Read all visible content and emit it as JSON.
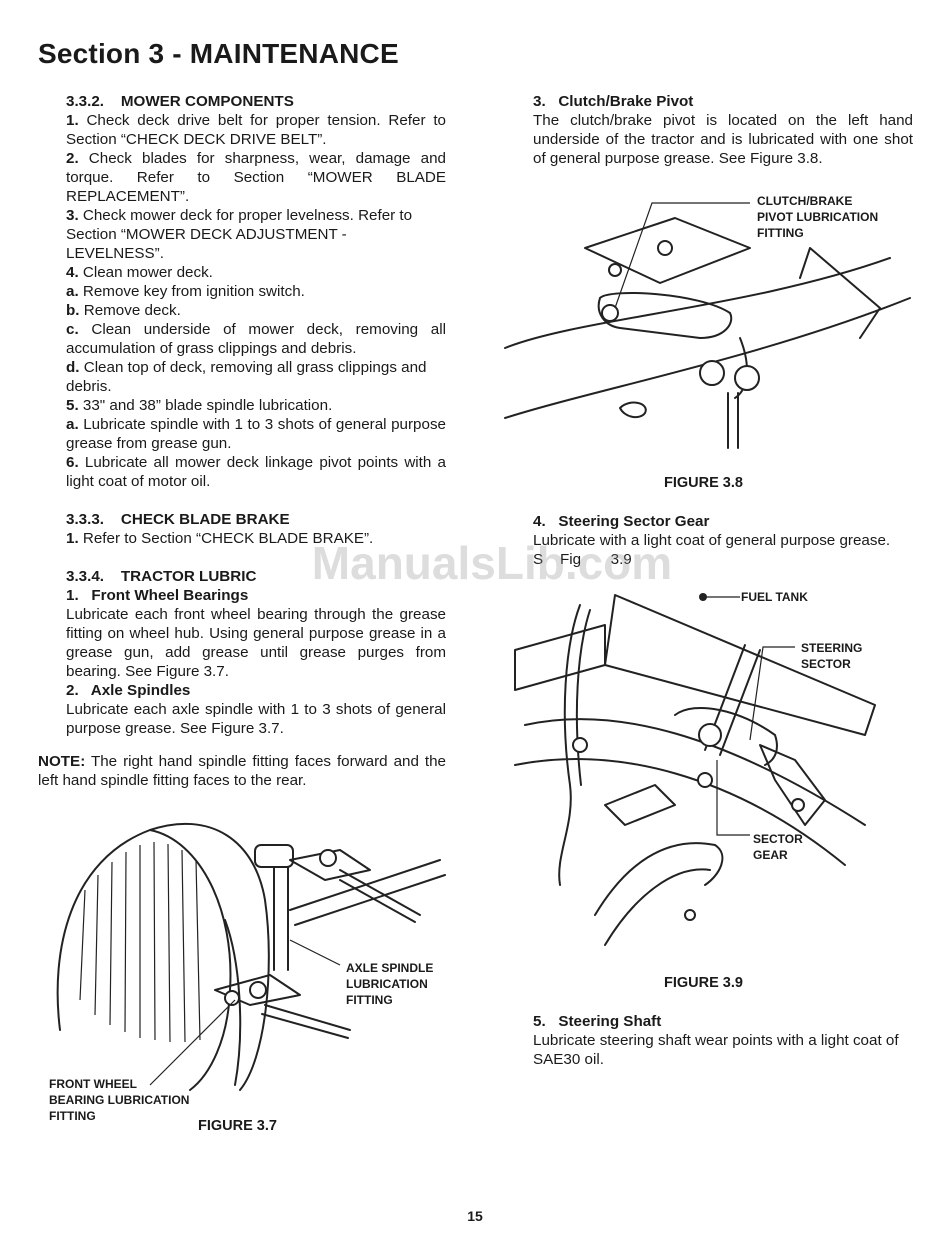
{
  "page": {
    "title": "Section 3 - MAINTENANCE",
    "page_number": "15",
    "watermark": "ManualsLib.com"
  },
  "left_column": {
    "s332": {
      "heading": "3.3.2.    MOWER COMPONENTS",
      "items": [
        {
          "marker": "1.",
          "text": " Check deck drive belt for proper tension. Refer to Section “CHECK DECK DRIVE BELT”."
        },
        {
          "marker": "2.",
          "text": " Check blades for sharpness, wear, damage and torque. Refer to Section “MOWER BLADE REPLACEMENT”."
        },
        {
          "marker": "3.",
          "text": " Check mower deck for proper levelness. Refer to Section “MOWER DECK ADJUSTMENT - LEVELNESS”."
        },
        {
          "marker": "4.",
          "text": " Clean mower deck."
        },
        {
          "marker": "a.",
          "text": " Remove key from ignition switch."
        },
        {
          "marker": "b.",
          "text": " Remove deck."
        },
        {
          "marker": "c.",
          "text": " Clean underside of mower deck, removing all accumulation of grass clippings and debris."
        },
        {
          "marker": "d.",
          "text": " Clean top of deck, removing all grass clippings and debris."
        },
        {
          "marker": "5.",
          "text": " 33\" and 38” blade spindle lubrication."
        },
        {
          "marker": "a.",
          "text": " Lubricate spindle with 1 to 3 shots of general purpose grease from grease gun."
        },
        {
          "marker": "6.",
          "text": " Lubricate all mower deck linkage pivot points with a light coat of motor oil."
        }
      ]
    },
    "s333": {
      "heading": "3.3.3.    CHECK BLADE BRAKE",
      "items": [
        {
          "marker": "1.",
          "text": " Refer to Section “CHECK BLADE BRAKE”."
        }
      ]
    },
    "s334": {
      "heading": "3.3.4.    TRACTOR LUBRIC",
      "sub1_heading": "1.   Front Wheel Bearings",
      "sub1_text": "Lubricate each front wheel bearing through the grease fitting on wheel hub. Using general purpose grease in a grease gun, add grease until grease purges from bearing. See Figure 3.7.",
      "sub2_heading": "2.   Axle Spindles",
      "sub2_text": "Lubricate each axle spindle with 1 to 3 shots of general purpose grease.  See Figure 3.7."
    },
    "note": {
      "label": "NOTE:",
      "text": " The right hand spindle fitting faces forward and the left hand spindle fitting faces to the rear."
    }
  },
  "right_column": {
    "s3": {
      "heading": "3.   Clutch/Brake Pivot",
      "text": "The clutch/brake pivot is located on the left hand underside of the tractor and is lubricated with one shot of general purpose grease. See Figure 3.8."
    },
    "s4": {
      "heading": "4.   Steering Sector Gear",
      "text": "Lubricate with a light coat of general purpose grease.",
      "text2": "S    Fig       3.9"
    },
    "s5": {
      "heading": "5.   Steering Shaft",
      "text": "Lubricate steering shaft wear points with a light coat of SAE30 oil."
    }
  },
  "figures": {
    "fig37": {
      "caption": "FIGURE 3.7",
      "callout_axle_1": "AXLE SPINDLE",
      "callout_axle_2": "LUBRICATION",
      "callout_axle_3": "FITTING",
      "callout_wheel_1": "FRONT WHEEL",
      "callout_wheel_2": "BEARING LUBRICATION",
      "callout_wheel_3": "FITTING"
    },
    "fig38": {
      "caption": "FIGURE 3.8",
      "callout_1": "CLUTCH/BRAKE",
      "callout_2": "PIVOT LUBRICATION",
      "callout_3": "FITTING"
    },
    "fig39": {
      "caption": "FIGURE 3.9",
      "callout_fuel": "FUEL TANK",
      "callout_steer_1": "STEERING",
      "callout_steer_2": "SECTOR",
      "callout_gear_1": "SECTOR",
      "callout_gear_2": "GEAR"
    }
  }
}
